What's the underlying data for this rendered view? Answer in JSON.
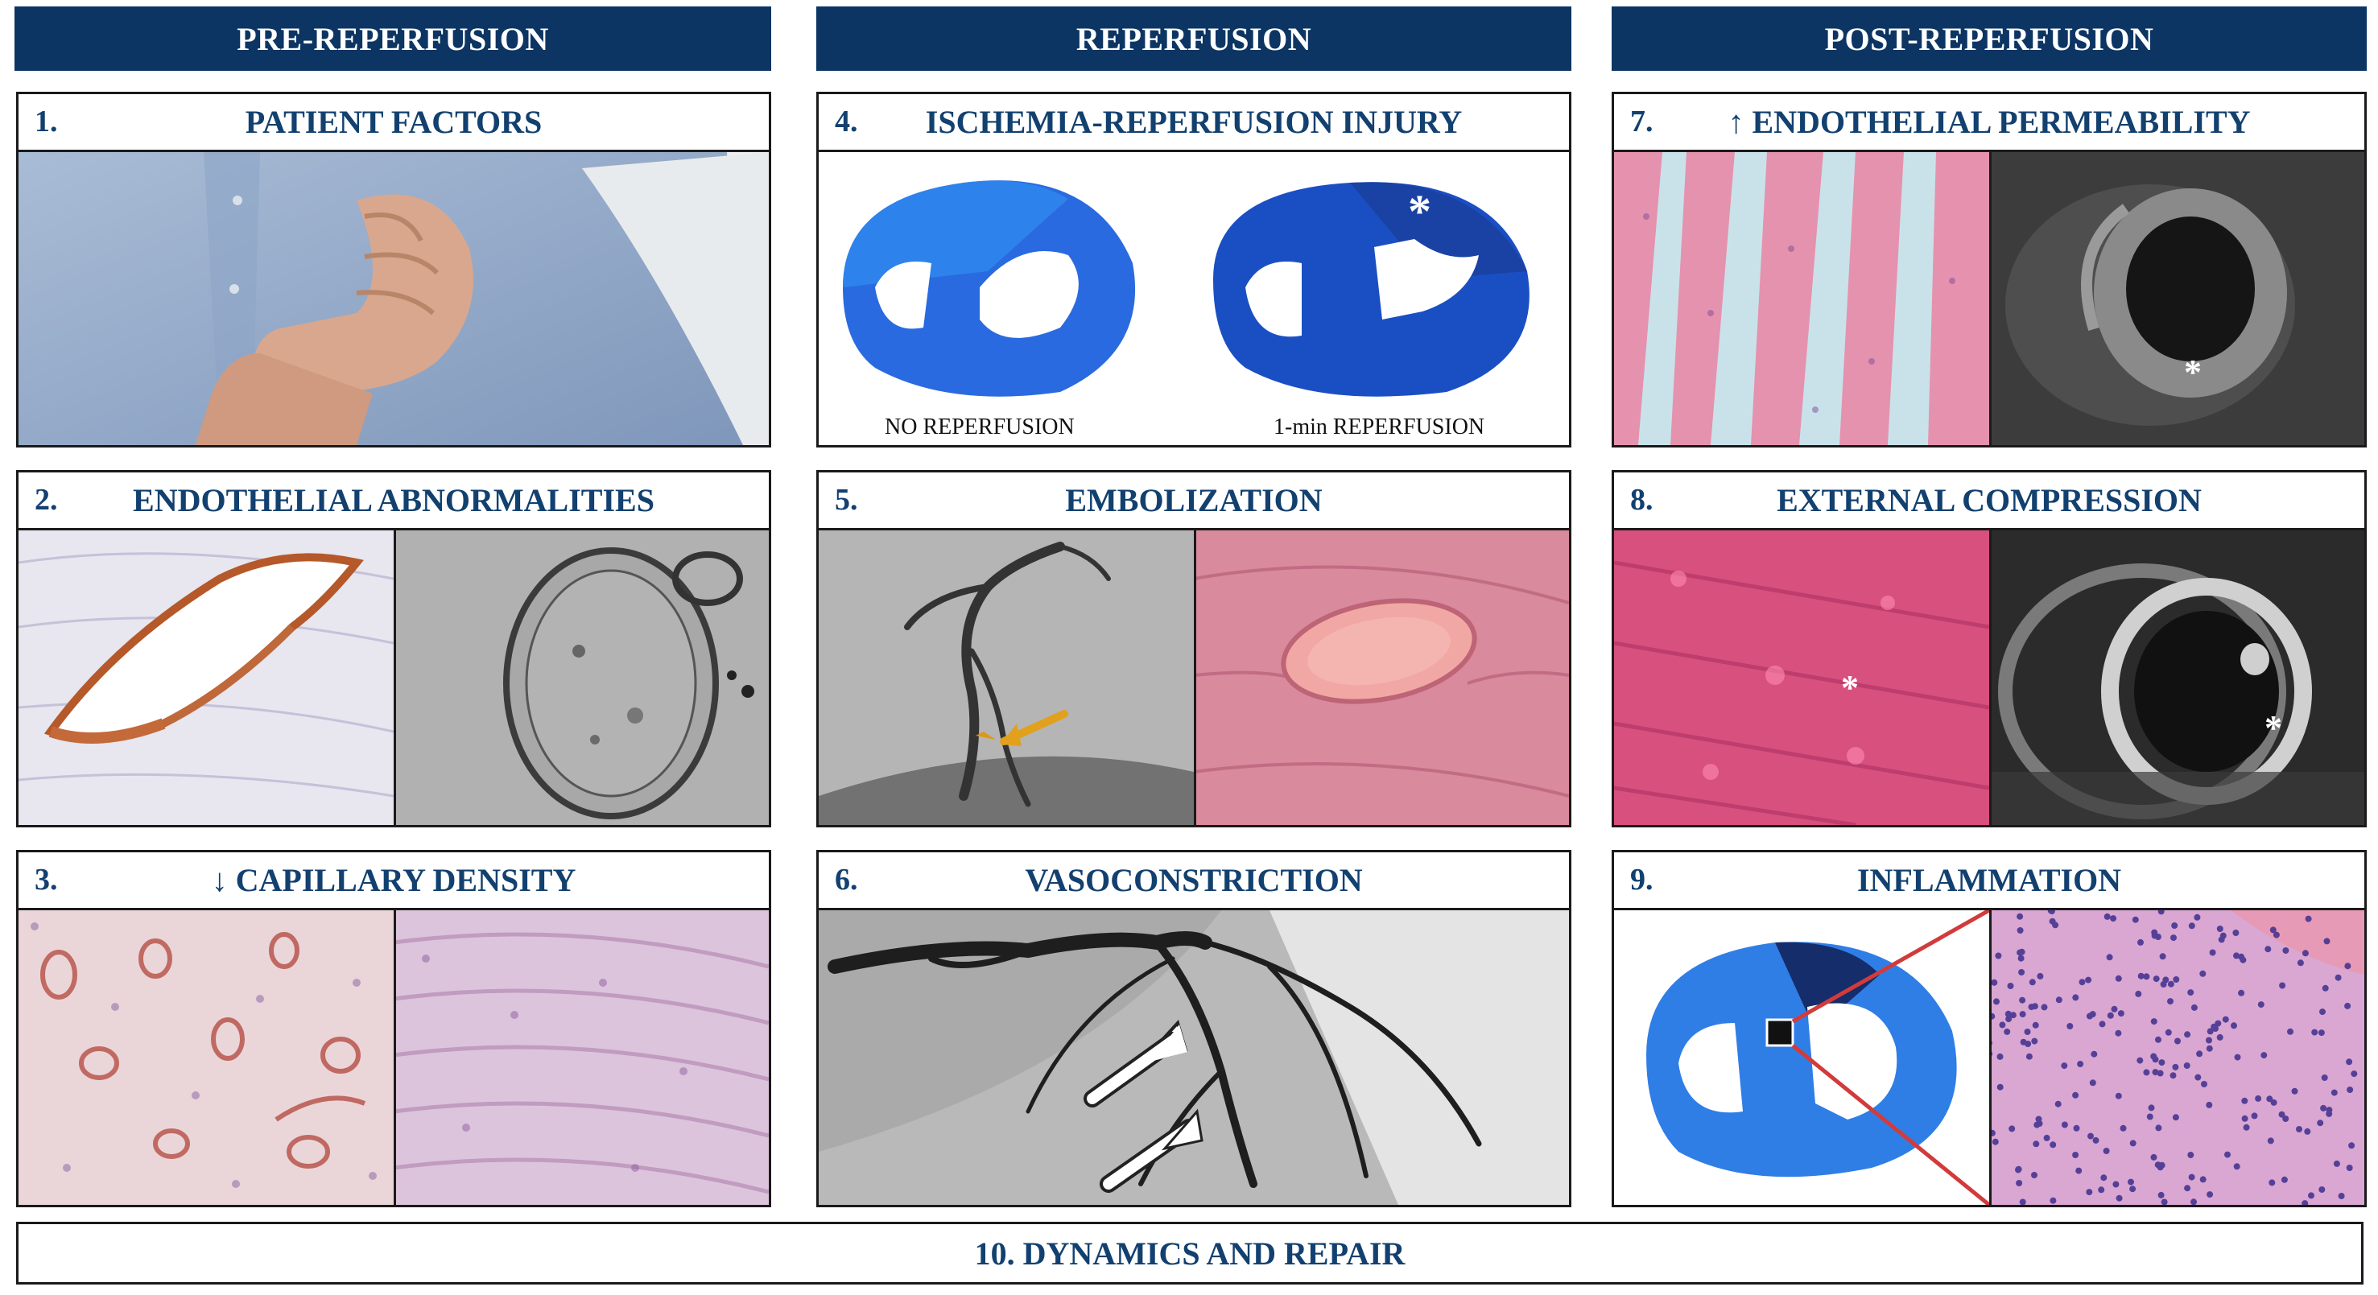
{
  "columns": [
    {
      "title": "PRE-REPERFUSION"
    },
    {
      "title": "REPERFUSION"
    },
    {
      "title": "POST-REPERFUSION"
    }
  ],
  "panels": [
    {
      "number": "1.",
      "title": "PATIENT FACTORS"
    },
    {
      "number": "2.",
      "title": "ENDOTHELIAL ABNORMALITIES"
    },
    {
      "number": "3.",
      "title": "↓ CAPILLARY DENSITY"
    },
    {
      "number": "4.",
      "title": "ISCHEMIA-REPERFUSION INJURY",
      "labels": [
        "NO REPERFUSION",
        "1-min REPERFUSION"
      ]
    },
    {
      "number": "5.",
      "title": "EMBOLIZATION"
    },
    {
      "number": "6.",
      "title": "VASOCONSTRICTION"
    },
    {
      "number": "7.",
      "title": "↑ ENDOTHELIAL PERMEABILITY"
    },
    {
      "number": "8.",
      "title": "EXTERNAL COMPRESSION"
    },
    {
      "number": "9.",
      "title": "INFLAMMATION"
    }
  ],
  "footer": {
    "title": "10. DYNAMICS AND REPAIR"
  },
  "markers": {
    "asterisk": "*"
  },
  "colors": {
    "header_bg": "#0d3563",
    "title_text": "#12406f",
    "frame": "#1a1a1a"
  }
}
